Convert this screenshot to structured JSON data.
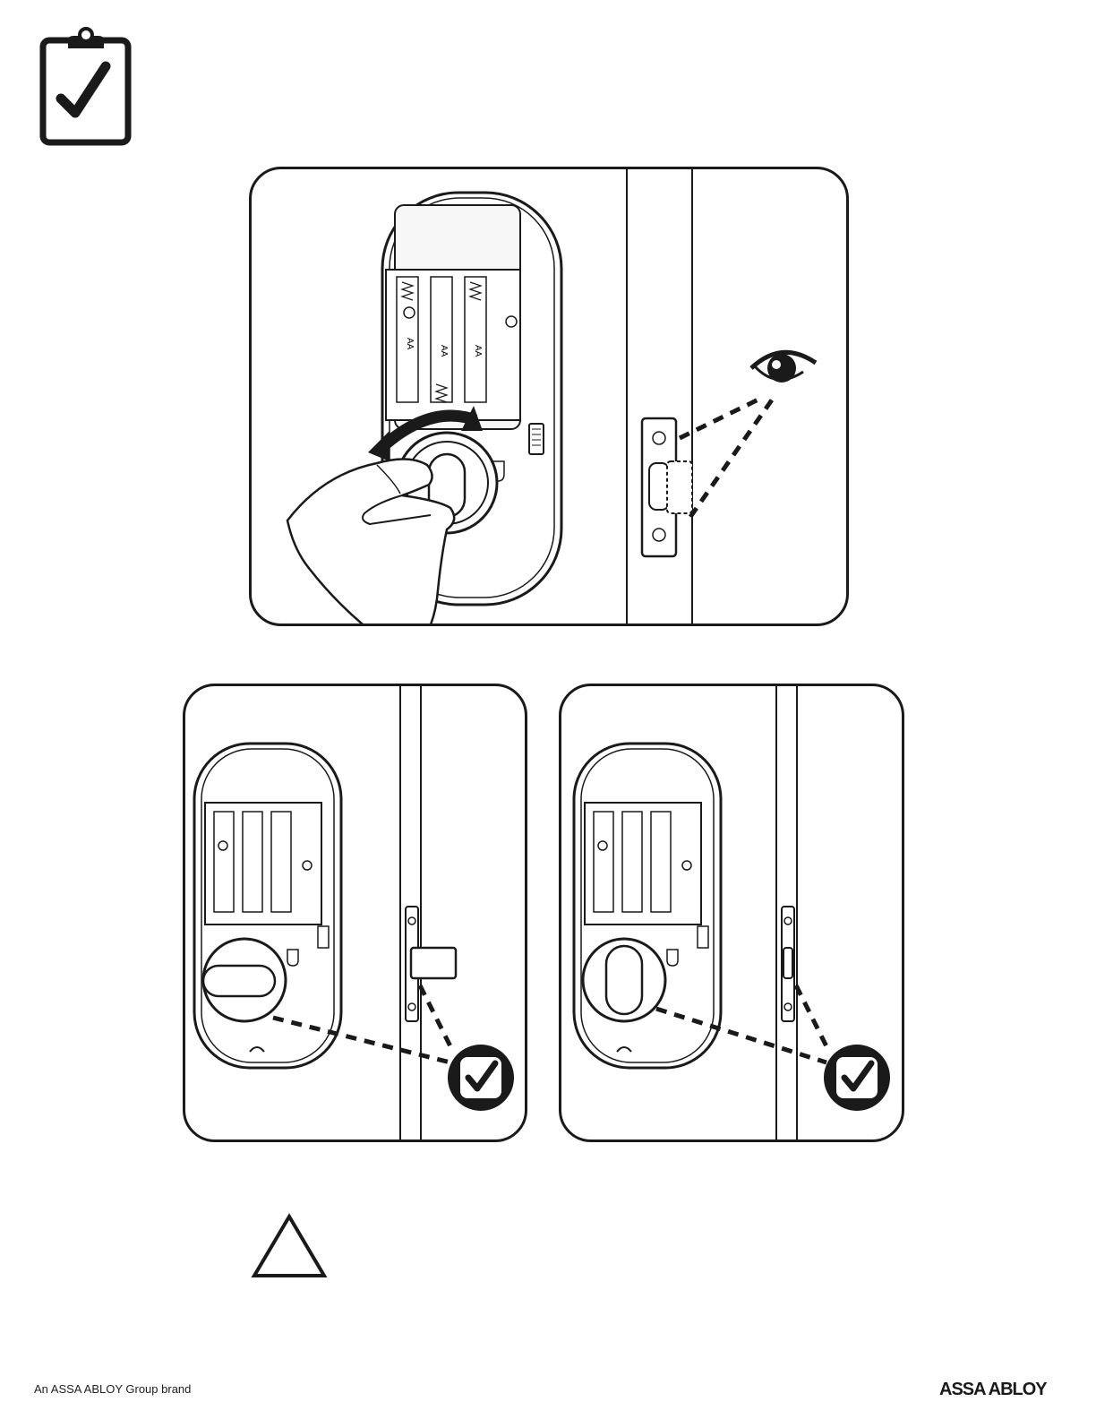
{
  "document": {
    "icons": {
      "checklist": "clipboard-check-icon",
      "viewer": "eye-icon",
      "confirm": "check-circle-icon",
      "caution": "warning-triangle-icon"
    },
    "battery_label": "AA",
    "footer": {
      "brand_text": "An ASSA ABLOY Group brand",
      "logo_text": "ASSA ABLOY"
    }
  }
}
